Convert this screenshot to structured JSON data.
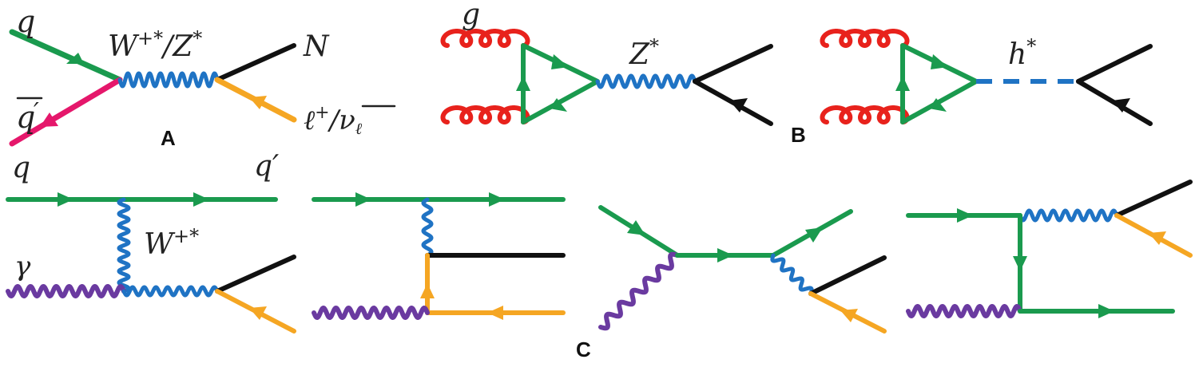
{
  "colors": {
    "quark": "#1a9a4e",
    "antiquark": "#e5176b",
    "boson": "#1f73c4",
    "gluon": "#e8221c",
    "photon": "#6a3aa0",
    "lepton": "#f5a623",
    "neutral": "#111111"
  },
  "panels": {
    "a": {
      "label": "A",
      "q": "q",
      "qbar": "q",
      "qbar_prime": "′",
      "boson_base_w": "W",
      "boson_sup_w": "+*",
      "boson_sep": "/",
      "boson_base_z": "Z",
      "boson_sup_z": "*",
      "out_top": "N",
      "out_bottom_l": "ℓ",
      "out_bottom_l_sup": "+",
      "out_bottom_sep": "/",
      "out_bottom_nu": "ν",
      "out_bottom_nu_sub": "ℓ"
    },
    "b": {
      "label": "B",
      "gluon": "g",
      "z_base": "Z",
      "z_sup": "*",
      "h_base": "h",
      "h_sup": "*"
    },
    "c": {
      "label": "C",
      "q_in": "q",
      "q_out": "q′",
      "photon": "γ",
      "w_base": "W",
      "w_sup": "+*"
    }
  }
}
